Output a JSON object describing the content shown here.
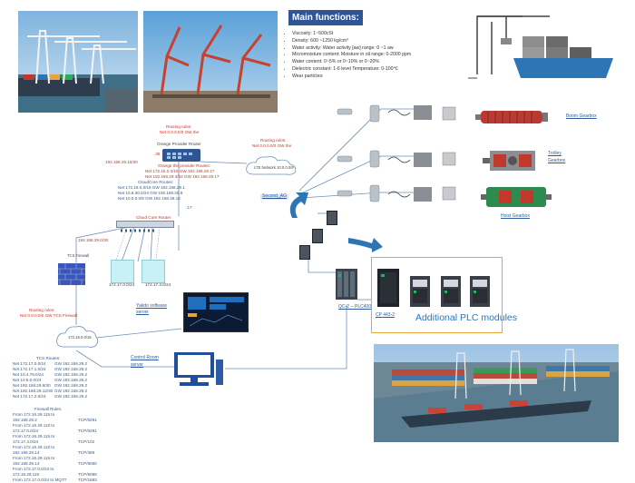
{
  "main_functions": {
    "title": "Main functions:",
    "items": [
      "Viscosity: 1~500cSt",
      "Density: 600 ~1250 kg/cm³",
      "Water activity: Water activity [aw] range: 0 ~1 aw",
      "Micromoisture content: Moisture in oil range: 0-2000 ppm",
      "Water content: 0~5% or 0~10% or 0~20%",
      "Dielectric constant: 1-6 level Temperature: 0-100℃",
      "Wear particles:"
    ]
  },
  "routing_top": {
    "title": "Routing rules:",
    "rule": "Net 0.0.0.0/0 GW Ihe"
  },
  "routing_right": {
    "title": "Routing rules:",
    "rule": "Net 0.0.0.0/0 GW Ihe"
  },
  "orange_router": {
    "label": "Orange Provider Router",
    "port": ".38",
    "subnet": "192.168.29.16/30",
    "routes_title": "Orange the provider Routes:",
    "routes": [
      "Net 172.16.0.0/16 GW 192.168.29.17",
      "Net 192.168.29.3/32 GW 192.168.29.17"
    ]
  },
  "lte_network": "LTE Network 10.0.0.0/8",
  "cloud_core": {
    "routes_title": "CloudCore Routes:",
    "routes": [
      "Net 172.16.0.0/16 GW 192.168.29.1",
      "Net 10.8.30.0/24 GW 192.168.29.6",
      "Net 10.0.0.0/8 GW 192.168.29.18"
    ],
    "port": ".17",
    "label": "Cloud Core Router"
  },
  "secondary_link": "192.168.29.0/30",
  "tcs_firewall": "TCS Firewall",
  "subnet_a": "172.17.0.0/24",
  "subnet_b": "172.17.3.0/24",
  "routing_bottom": {
    "title": "Routing rules:",
    "rule": "Net 0.0.0.0/0 GW TCS Firewall"
  },
  "lan_cloud": "172.16.0.0/16",
  "yakdo": [
    "Yakdo software",
    "server"
  ],
  "control_room": [
    "Control Room",
    "server"
  ],
  "tcs_routes": {
    "title": "TCS Routes:",
    "rows": [
      [
        "Net 172.17.0.0/24",
        "GW 192.168.29.2"
      ],
      [
        "Net 172.17.1.0/24",
        "GW 192.168.29.2"
      ],
      [
        "Net 10.4.78.0/24",
        "GW 192.168.29.2"
      ],
      [
        "Net 10.5.0.0/24",
        "GW 192.168.29.2"
      ],
      [
        "Net 192.168.29.8/30",
        "GW 192.168.29.2"
      ],
      [
        "Net 192.168.29.12/30",
        "GW 192.168.29.2"
      ],
      [
        "Net 172.17.2.0/24",
        "GW 192.168.29.2"
      ]
    ]
  },
  "firewall_rules": {
    "title": "Firewall Rules:",
    "rows": [
      [
        "From 172.16.29.115 to 192.168.29.2",
        "TCP/8291"
      ],
      [
        "From 172.16.29.115 to 172.17.0.0/24",
        "TCP/8291"
      ],
      [
        "From 172.16.29.115 to 172.17.3.0/24",
        "TCP/102"
      ],
      [
        "From 172.16.29.115 to 192.168.29.14",
        "TCP/389"
      ],
      [
        "From 172.16.29.115 to 192.168.29.14",
        "TCP/8080"
      ],
      [
        "From 172.17.0.0/23 to 172.16.29.115",
        "TCP/8088"
      ],
      [
        "From 172.17.0.0/24 to MQTT",
        "TCP/1883"
      ]
    ]
  },
  "gearboxes": {
    "boom": "Boom Gearbox",
    "trolley": [
      "Trolley",
      "Gearbox"
    ],
    "hoist": "Hoist Gearbox"
  },
  "second_ag": "Second_AG",
  "qc_plc": "QC-2 -- PLC400",
  "cp_label": "CP 443-2",
  "plc_label": "Additional PLC modules",
  "colors": {
    "title_bg": "#2f5597",
    "accent_orange": "#e8a33a",
    "arrow_blue": "#2e75b6",
    "router_red": "#c0392b"
  }
}
